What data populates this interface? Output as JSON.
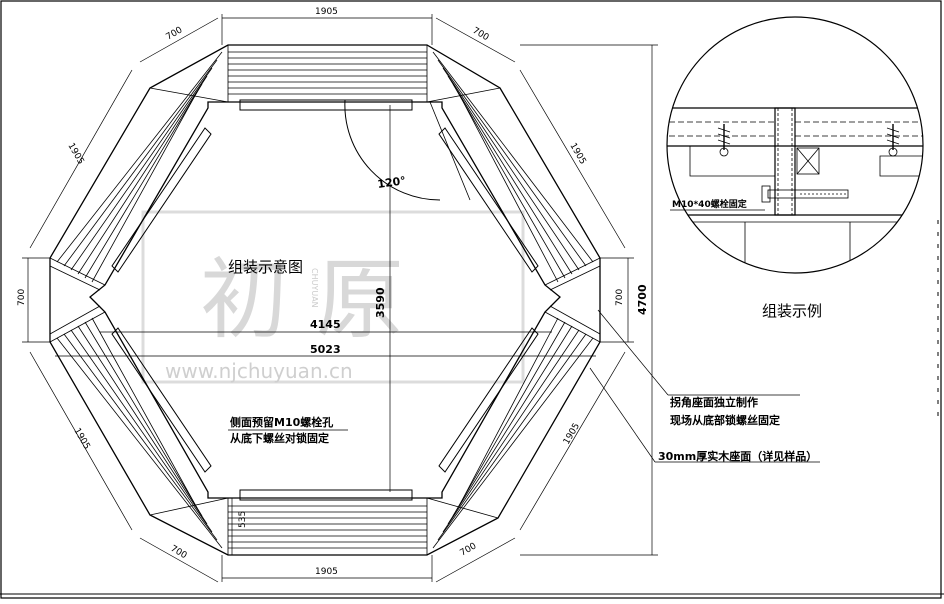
{
  "title_assembly": "组装示意图",
  "title_detail": "组装示例",
  "angle_label": "120°",
  "dimensions": {
    "top_edge": "1905",
    "bottom_edge": "1905",
    "upper_left_edge": "1905",
    "upper_right_edge": "1905",
    "lower_left_edge": "1905",
    "lower_right_edge": "1905",
    "corner_tl": "700",
    "corner_tr": "700",
    "corner_bl": "700",
    "corner_br": "700",
    "left_side": "700",
    "right_side": "700",
    "inner_width": "4145",
    "outer_width": "5023",
    "inner_height": "3590",
    "overall_height": "4700",
    "seat_depth": "535"
  },
  "notes": {
    "bolt_hole_line1": "侧面预留M10螺栓孔",
    "bolt_hole_line2": "从底下螺丝对锁固定",
    "corner_seat_line1": "拐角座面独立制作",
    "corner_seat_line2": "现场从底部锁螺丝固定",
    "wood_seat": "30mm厚实木座面（详见样品）",
    "bolt_spec": "M10*40螺栓固定"
  },
  "watermark": {
    "brand_glyphs": "初 原",
    "pinyin": "CHUYUAN",
    "url": "www.njchuyuan.cn"
  },
  "colors": {
    "line": "#000000",
    "watermark": "#cfcfcf"
  }
}
